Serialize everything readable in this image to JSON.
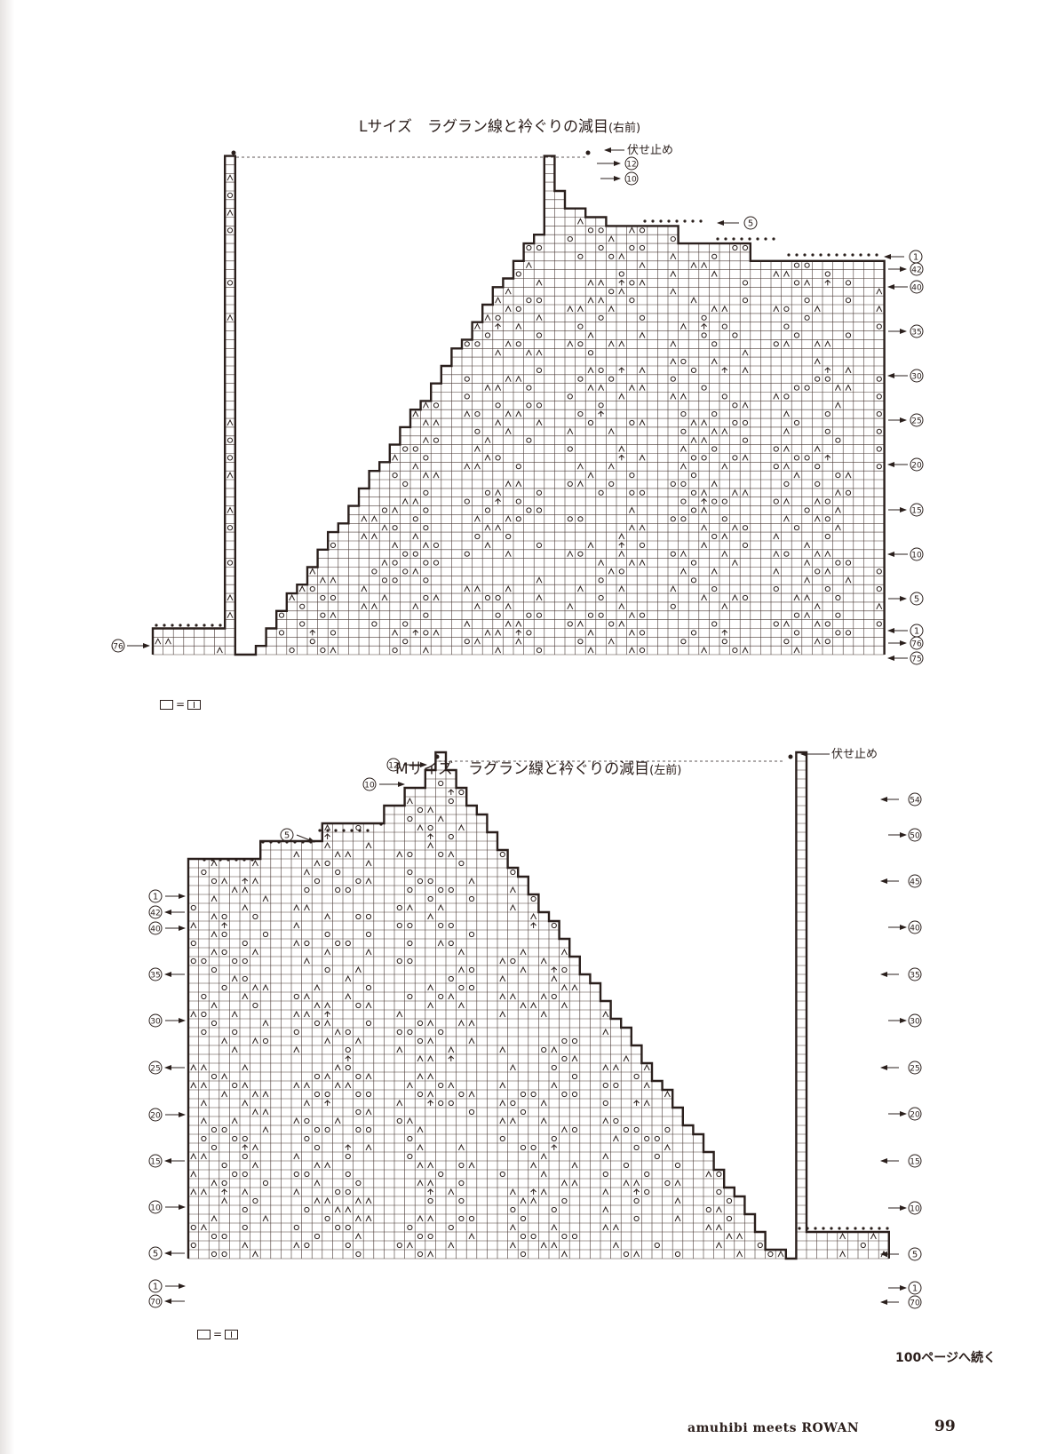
{
  "colors": {
    "ink": "#2a1f1c",
    "grid": "#4a3a36",
    "paper": "#ffffff"
  },
  "charts": [
    {
      "title": "Lサイズ　ラグラン線と衿ぐりの減目",
      "title_note": "(右前)",
      "bind_off_label": "伏せ止め",
      "shaping_labels": [
        "12",
        "10",
        "5",
        "1"
      ],
      "row_labels_right": [
        "42",
        "40",
        "35",
        "30",
        "25",
        "20",
        "15",
        "10",
        "5",
        "1",
        "76",
        "75"
      ],
      "row_label_left": "76",
      "legend_key": "□=｜"
    },
    {
      "title": "Mサイズ　ラグラン線と衿ぐりの減目",
      "title_note": "(左前)",
      "bind_off_label": "伏せ止め",
      "shaping_labels": [
        "12",
        "10",
        "5",
        "1"
      ],
      "row_labels_left": [
        "1",
        "42",
        "40",
        "35",
        "30",
        "25",
        "20",
        "15",
        "10",
        "5",
        "1",
        "70"
      ],
      "row_labels_right": [
        "54",
        "50",
        "45",
        "40",
        "35",
        "30",
        "25",
        "20",
        "15",
        "10",
        "5",
        "1",
        "70"
      ],
      "legend_key": "□=｜"
    }
  ],
  "continue_note": "100ページへ続く",
  "footer_brand": "amuhibi meets ROWAN",
  "page_number": "99"
}
